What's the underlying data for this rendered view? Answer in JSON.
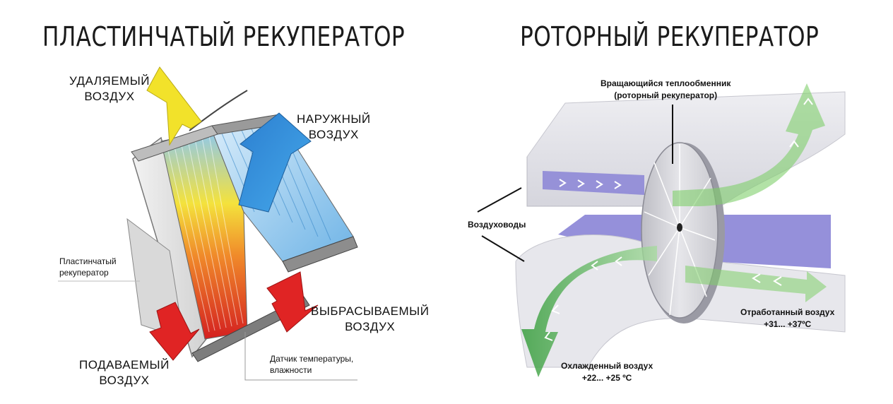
{
  "left": {
    "title": "ПЛАСТИНЧАТЫЙ РЕКУПЕРАТОР",
    "exhaust": [
      "УДАЛЯЕМЫЙ",
      "ВОЗДУХ"
    ],
    "outdoor": [
      "НАРУЖНЫЙ",
      "ВОЗДУХ"
    ],
    "discharged": [
      "ВЫБРАСЫВАЕМЫЙ",
      "ВОЗДУХ"
    ],
    "supply": [
      "ПОДАВАЕМЫЙ",
      "ВОЗДУХ"
    ],
    "plate": [
      "Пластинчатый",
      "рекуператор"
    ],
    "sensor": [
      "Датчик температуры,",
      "влажности"
    ]
  },
  "right": {
    "title": "РОТОРНЫЙ РЕКУПЕРАТОР",
    "rotor": [
      "Вращающийся теплообменник",
      "(роторный рекуператор)"
    ],
    "ducts": "Воздуховоды",
    "extract": [
      "Отработанный воздух",
      "+31... +37ºC"
    ],
    "cooled": [
      "Охлажденный воздух",
      "+22... +25 ºC"
    ]
  },
  "colors": {
    "yellow": "#f2e22a",
    "blue": "#2f8fd8",
    "red": "#e02424",
    "green": "#6cbf4a",
    "violet": "#8a84d6"
  }
}
